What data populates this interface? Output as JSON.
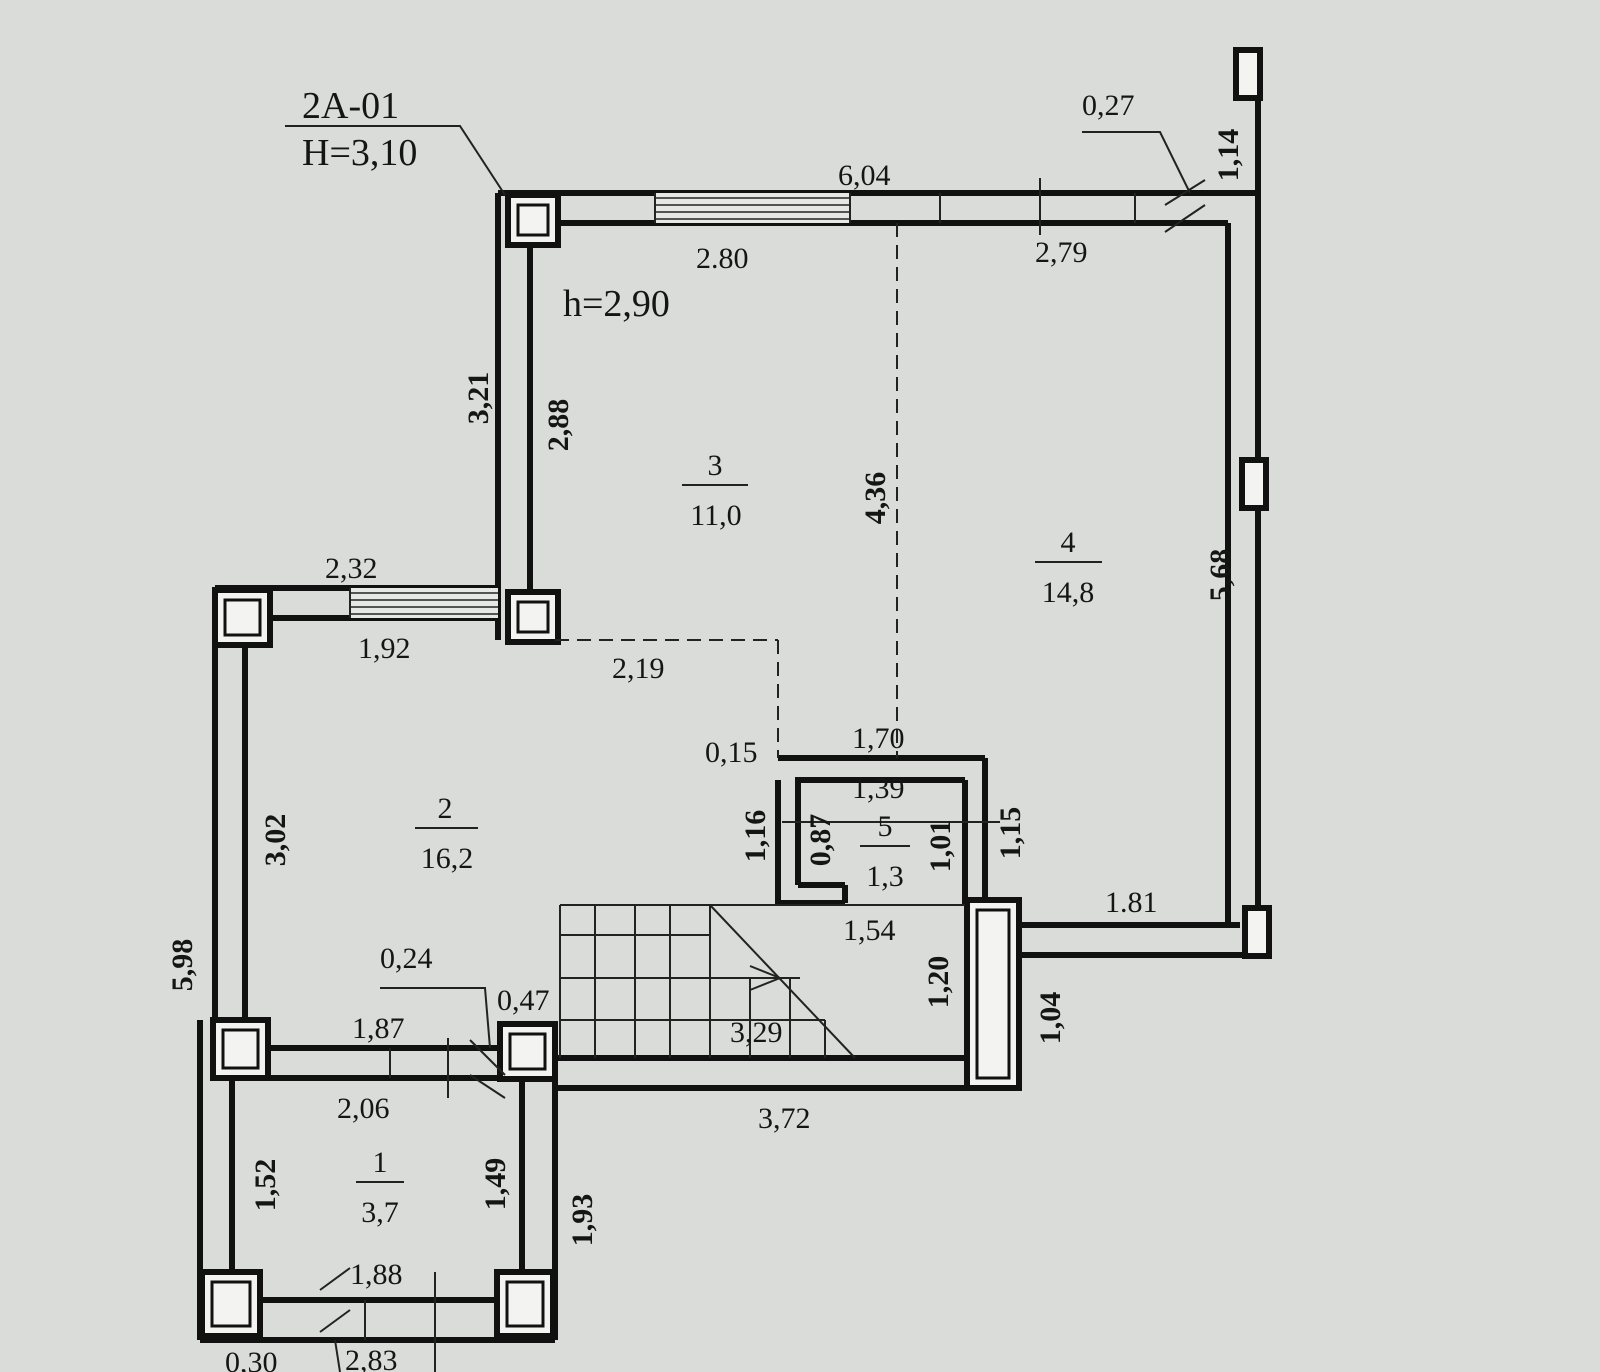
{
  "header": {
    "code": "2А-01",
    "height_label": "H=3,10",
    "ceiling_label": "h=2,90"
  },
  "rooms": [
    {
      "number": "1",
      "area": "3,7"
    },
    {
      "number": "2",
      "area": "16,2"
    },
    {
      "number": "3",
      "area": "11,0"
    },
    {
      "number": "4",
      "area": "14,8"
    },
    {
      "number": "5",
      "area": "1,3"
    }
  ],
  "dims": {
    "d_027": "0,27",
    "d_114": "1,14",
    "d_604": "6,04",
    "d_280": "2.80",
    "d_279": "2,79",
    "d_321": "3,21",
    "d_288": "2,88",
    "d_436": "4,36",
    "d_568": "5,68",
    "d_232": "2,32",
    "d_192": "1,92",
    "d_219": "2,19",
    "d_015": "0,15",
    "d_170": "1,70",
    "d_139": "1,39",
    "d_116": "1,16",
    "d_087": "0,87",
    "d_101": "1,01",
    "d_115": "1,15",
    "d_181": "1.81",
    "d_302": "3,02",
    "d_598": "5,98",
    "d_154": "1,54",
    "d_024": "0,24",
    "d_047": "0,47",
    "d_120": "1,20",
    "d_104": "1,04",
    "d_187": "1,87",
    "d_329": "3,29",
    "d_206": "2,06",
    "d_372": "3,72",
    "d_152": "1,52",
    "d_149": "1,49",
    "d_193": "1,93",
    "d_188": "1,88",
    "d_030": "0,30",
    "d_283": "2,83"
  }
}
